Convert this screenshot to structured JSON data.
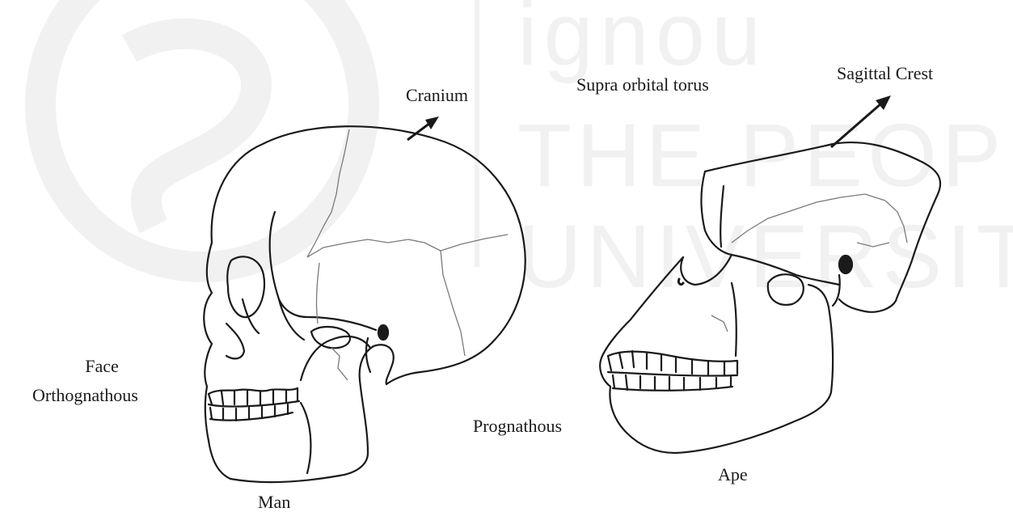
{
  "labels": {
    "cranium": "Cranium",
    "supra_orbital_torus": "Supra orbital torus",
    "sagittal_crest": "Sagittal Crest",
    "face": "Face",
    "orthognathous": "Orthognathous",
    "prognathous": "Prognathous",
    "man": "Man",
    "ape": "Ape"
  },
  "watermark": {
    "line1": "THE PEOPLE'S",
    "line2": "UNIVERSITY",
    "color": "#f0f0f0"
  },
  "colors": {
    "ink": "#1a1a1a",
    "suture": "#7a7a7a",
    "watermark": "#f1f1f1"
  }
}
